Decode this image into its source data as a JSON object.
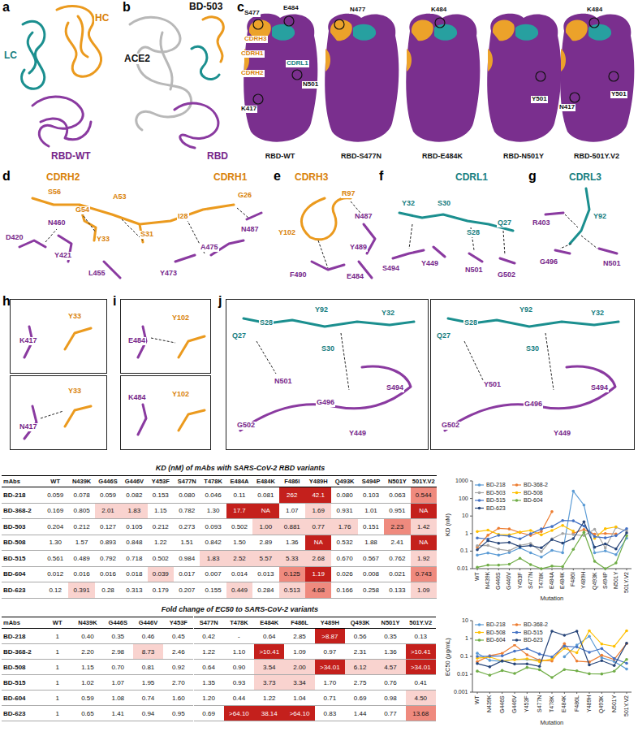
{
  "diagram": {
    "nodes": [
      {
        "text": [
          "K417",
          "Y33"
        ]
      },
      {
        "text": [
          "N417",
          "Y33"
        ]
      },
      {
        "text": [
          "E484",
          "Y102"
        ]
      },
      {
        "text": [
          "K484",
          "Y102"
        ]
      },
      {
        "text": [
          "Q27",
          "S28",
          "Y92",
          "S30",
          "Y32",
          "N501",
          "G496",
          "S494",
          "G502",
          "Y449"
        ]
      },
      {
        "text": [
          "Q27",
          "S28",
          "Y92",
          "S30",
          "Y32",
          "G502",
          "Y501",
          "G496",
          "S494",
          "Y449"
        ]
      }
    ],
    "labels": [
      "a",
      "LC",
      "HC",
      "RBD-WT",
      "b",
      "BD-503",
      "ACE2",
      "RBD",
      "c",
      "S477",
      "E484",
      "CDRH3",
      "CDRH1",
      "CDRL1",
      "CDRH2",
      "K417",
      "N501",
      "RBD-WT",
      "N477",
      "RBD-S477N",
      "K484",
      "RBD-E484K",
      "Y501",
      "RBD-N501Y",
      "K484",
      "N417",
      "Y501",
      "RBD-501Y.V2",
      "d",
      "CDRH2",
      "CDRH1",
      "S56",
      "G54",
      "A53",
      "I28",
      "G26",
      "D420",
      "N460",
      "Y33",
      "S31",
      "A475",
      "N487",
      "Y421",
      "L455",
      "Y473",
      "e",
      "CDRH3",
      "R97",
      "N487",
      "Y102",
      "Y489",
      "F490",
      "E484",
      "f",
      "CDRL1",
      "Y32",
      "S30",
      "S28",
      "Q27",
      "S494",
      "Y449",
      "N501",
      "G502",
      "g",
      "CDRL3",
      "R403",
      "Y92",
      "G496",
      "N501",
      "h",
      "i",
      "j",
      "KD (nM) of mAbs with SARS-CoV-2 RBD variants",
      "mAbs",
      "WT",
      "N439K",
      "G446S",
      "G446V",
      "Y453F",
      "S477N",
      "T478K",
      "E484A",
      "E484K",
      "F486I",
      "Y489H",
      "Q493K",
      "S494P",
      "N501Y",
      "501Y.V2",
      "BD-218",
      "0.059",
      "0.078",
      "0.059",
      "0.082",
      "0.153",
      "0.080",
      "0.046",
      "0.11",
      "0.081",
      "262",
      "42.1",
      "0.080",
      "0.103",
      "0.063",
      "0.544",
      "BD-368-2",
      "0.169",
      "0.805",
      "2.01",
      "1.83",
      "1.15",
      "0.782",
      "1.30",
      "17.7",
      "NA",
      "1.07",
      "1.69",
      "0.931",
      "1.01",
      "0.951",
      "NA",
      "BD-503",
      "0.204",
      "0.212",
      "0.127",
      "0.105",
      "0.212",
      "0.273",
      "0.093",
      "0.502",
      "1.00",
      "0.881",
      "0.77",
      "1.76",
      "0.151",
      "2.23",
      "1.42",
      "BD-508",
      "1.30",
      "1.57",
      "0.893",
      "0.848",
      "1.22",
      "1.51",
      "0.842",
      "1.50",
      "2.89",
      "1.36",
      "NA",
      "0.532",
      "1.88",
      "2.41",
      "NA",
      "BD-515",
      "0.561",
      "0.489",
      "0.792",
      "0.718",
      "0.502",
      "0.984",
      "1.83",
      "2.52",
      "5.57",
      "5.33",
      "2.68",
      "0.670",
      "0.567",
      "0.762",
      "1.92",
      "BD-604",
      "0.012",
      "0.016",
      "0.016",
      "0.018",
      "0.039",
      "0.017",
      "0.007",
      "0.014",
      "0.013",
      "0.125",
      "1.19",
      "0.026",
      "0.008",
      "0.021",
      "0.743",
      "BD-623",
      "0.12",
      "0.391",
      "0.28",
      "0.313",
      "0.179",
      "0.207",
      "0.155",
      "0.449",
      "0.284",
      "0.513",
      "4.68",
      "0.166",
      "0.258",
      "0.133",
      "1.09",
      "Fold change of EC50 to SARS-CoV-2 variants",
      "mAbs",
      "WT",
      "N439K",
      "G446S",
      "G446V",
      "Y453F",
      "S477N",
      "T478K",
      "E484K",
      "F486L",
      "Y489H",
      "Q493K",
      "N501Y",
      "501Y.V2",
      "BD-218",
      "1",
      "0.40",
      "0.35",
      "0.46",
      "0.45",
      "0.42",
      "-",
      "0.64",
      "2.85",
      ">8.87",
      "0.56",
      "0.35",
      "0.13",
      "BD-368-2",
      "1",
      "2.20",
      "2.98",
      "8.73",
      "2.46",
      "1.22",
      "1.10",
      ">10.41",
      "1.09",
      "0.97",
      "2.31",
      "1.36",
      ">10.41",
      "BD-508",
      "1",
      "1.15",
      "0.70",
      "0.81",
      "0.92",
      "0.64",
      "0.90",
      "3.54",
      "2.00",
      ">34.01",
      "6.12",
      "4.57",
      ">34.01",
      "BD-515",
      "1",
      "1.02",
      "1.07",
      "1.95",
      "2.70",
      "1.35",
      "0.93",
      "3.73",
      "3.34",
      "1.70",
      "2.75",
      "0.76",
      "0.41",
      "BD-604",
      "1",
      "0.59",
      "1.08",
      "0.74",
      "1.60",
      "1.20",
      "0.44",
      "1.22",
      "1.04",
      "0.71",
      "0.69",
      "0.98",
      "4.50",
      "BD-623",
      "1",
      "0.65",
      "1.41",
      "0.94",
      "0.95",
      "0.69",
      ">64.10",
      "38.14",
      ">64.10",
      "0.83",
      "1.44",
      "0.77",
      "13.68",
      "KD (nM)",
      "1000",
      "100",
      "10",
      "1",
      "0.1",
      "0.01",
      "WT",
      "N439K",
      "G446S",
      "G446V",
      "Y453F",
      "S477N",
      "T478K",
      "E484A",
      "E484K",
      "F486I",
      "Y489H",
      "Q493K",
      "S494P",
      "N501Y",
      "501Y.V2",
      "Mutation",
      "EC50 (μg/mL)",
      "10",
      "1",
      "0.1",
      "0.01",
      "0.001",
      "WT",
      "N439K",
      "G446S",
      "G446V",
      "Y453F",
      "S477N",
      "T478K",
      "E484K",
      "F486L",
      "Y489H",
      "Q493K",
      "N501Y",
      "501Y.V2",
      "Mutation"
    ],
    "legend": [
      {
        "text": "BD-218"
      },
      {
        "text": "BD-368-2"
      },
      {
        "text": "BD-503"
      },
      {
        "text": "BD-508"
      },
      {
        "text": "BD-515"
      },
      {
        "text": "BD-604"
      },
      {
        "text": "BD-623"
      },
      {
        "text": "BD-218"
      },
      {
        "text": "BD-368-2"
      },
      {
        "text": "BD-508"
      },
      {
        "text": "BD-515"
      },
      {
        "text": "BD-604"
      },
      {
        "text": "BD-623"
      }
    ]
  }
}
